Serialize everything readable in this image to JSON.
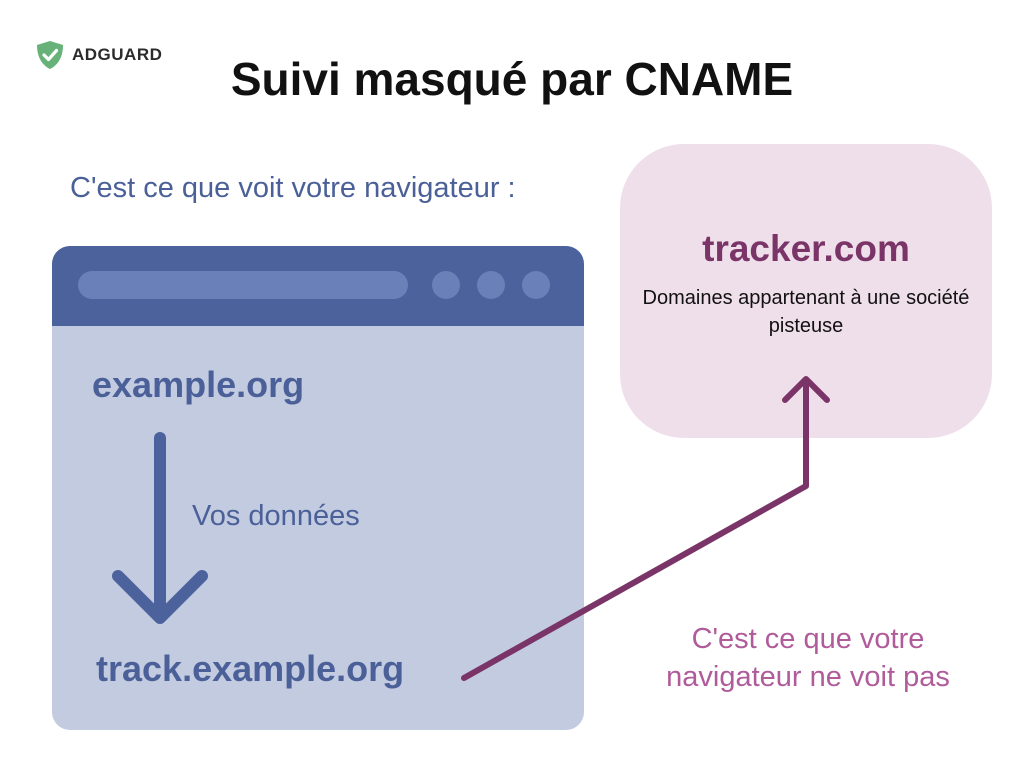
{
  "brand": {
    "name": "ADGUARD",
    "logo_icon": "shield-check-icon",
    "logo_color": "#67b279"
  },
  "title": "Suivi masqué par CNAME",
  "browser_side": {
    "caption": "C'est ce que voit votre navigateur :",
    "main_domain": "example.org",
    "flow_label": "Vos données",
    "subdomain": "track.example.org",
    "colors": {
      "frame": "#c2cbe0",
      "bar": "#4c629c",
      "controls": "#6a80b8",
      "text": "#4b6098"
    }
  },
  "tracker_side": {
    "domain": "tracker.com",
    "description": "Domaines appartenant à une société pisteuse",
    "hidden_caption": "C'est ce que votre navigateur ne voit pas",
    "colors": {
      "box": "#efdfeb",
      "domain_text": "#7a3467",
      "caption_text": "#b05b9a",
      "connector": "#7a3467"
    }
  },
  "icons": [
    "shield-check-icon",
    "arrow-down-icon",
    "arrow-up-connector-icon"
  ]
}
